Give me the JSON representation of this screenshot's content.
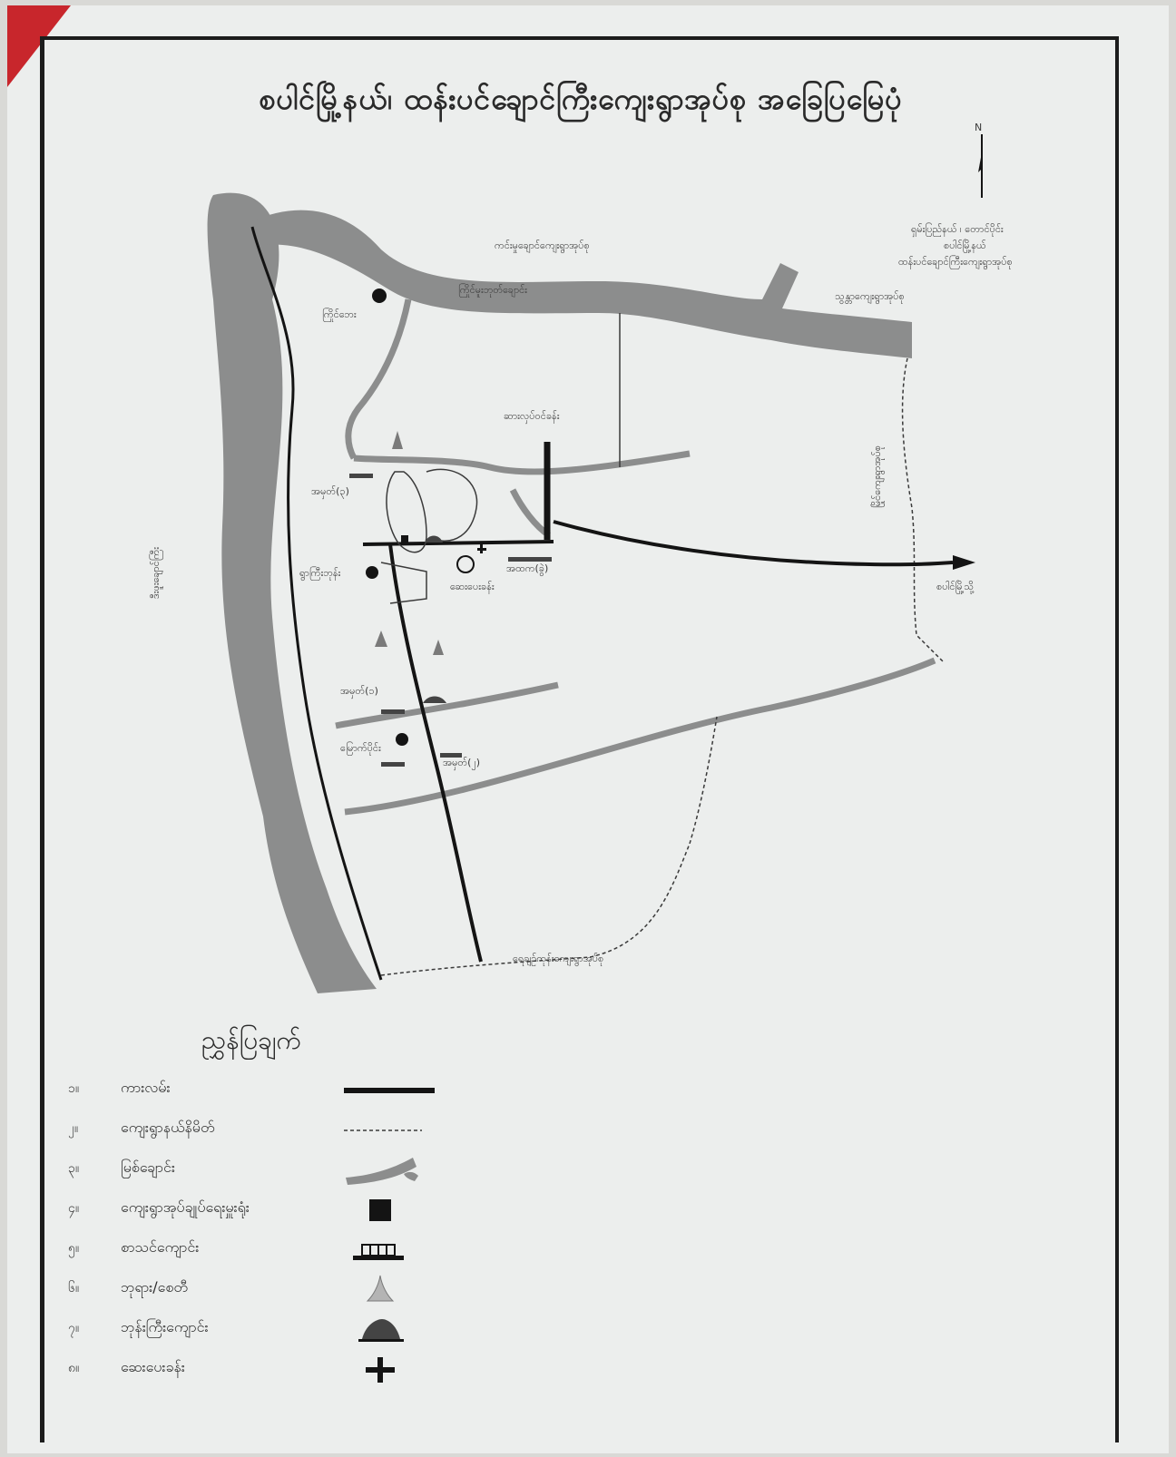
{
  "title": "စပါင်မြို့နယ်၊ ထန်းပင်ချောင်ကြီးကျေးရွာအုပ်စု အခြေပြမြေပုံ",
  "north_label": "N",
  "labels": {
    "top_right_note": "ရှမ်းပြည်နယ် ၊ တောင်ပိုင်း",
    "top_right_note2": "စပါင်မြို့နယ်",
    "top_right_note3": "ထန်းပင်ချောင်ကြီးကျေးရွာအုပ်စု",
    "north_boundary": "ကင်းမှုချောင်ကျေးရွာအုပ်စု",
    "river_north": "ကြိုင်မူးဘုတ်ချောင်း",
    "ne_boundary": "သွန္တာကျေးရွာအုပ်စု",
    "east_boundary": "မြိုင်ကျေးရွာအုပ်စု",
    "west_boundary": "ဒီးဖူးချောင်ကြီး",
    "village_nw": "ကြိုင်ဘေး",
    "main_road_junction": "ဆားလှပ်ဝင်ခန်း",
    "to_town": "စပါင်မြို့သို့",
    "south_boundary": "ရေချဉ်ကုန်းကျေးရွာအုပ်စု",
    "school_1": "အမှတ်(၁)",
    "school_2": "အမှတ်(၂)",
    "school_3": "အမှတ်(၃)",
    "clinic": "ဆေးပေးခန်း",
    "village_center": "ရွာကြီးဘုန်း",
    "village_sw": "မြောက်ပိုင်း",
    "school_east": "အထက(ခွဲ)"
  },
  "legend": {
    "title": "ညွှန်ပြချက်",
    "items": [
      {
        "num": "၁။",
        "label": "ကားလမ်း",
        "symbol": "road"
      },
      {
        "num": "၂။",
        "label": "ကျေးရွာနယ်နိမိတ်",
        "symbol": "boundary"
      },
      {
        "num": "၃။",
        "label": "မြစ်ချောင်း",
        "symbol": "river"
      },
      {
        "num": "၄။",
        "label": "ကျေးရွာအုပ်ချုပ်ရေးမှူးရုံး",
        "symbol": "office"
      },
      {
        "num": "၅။",
        "label": "စာသင်ကျောင်း",
        "symbol": "school"
      },
      {
        "num": "၆။",
        "label": "ဘုရား/စေတီ",
        "symbol": "pagoda"
      },
      {
        "num": "၇။",
        "label": "ဘုန်းကြီးကျောင်း",
        "symbol": "monastery"
      },
      {
        "num": "၈။",
        "label": "ဆေးပေးခန်း",
        "symbol": "clinic"
      }
    ]
  },
  "colors": {
    "river": "#8c8d8d",
    "road": "#141414",
    "boundary": "#3a3a3a",
    "paper": "#eceeed"
  }
}
